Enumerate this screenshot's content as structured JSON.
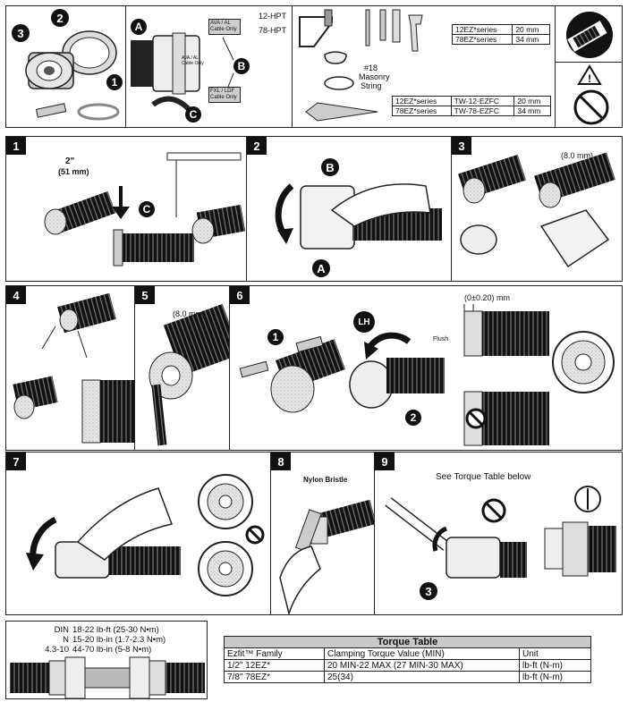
{
  "top": {
    "components": {
      "callouts": [
        "1",
        "2",
        "3"
      ]
    },
    "connector_types": {
      "callouts": [
        "A",
        "B",
        "C"
      ],
      "models": [
        "12-HPT",
        "78-HPT"
      ],
      "label_a": "AVA / AL Cable Only",
      "label_b": "FXL / LDF Cable Only",
      "label_c": "AVA / AL Cable Only"
    },
    "tools": {
      "string_num": "#18",
      "string_label_1": "Masonry",
      "string_label_2": "String",
      "wrench_table": [
        [
          "12EZ*series",
          "20 mm"
        ],
        [
          "78EZ*series",
          "34 mm"
        ]
      ],
      "cut_table": [
        [
          "12EZ*series",
          "TW-12-EZFC",
          "20 mm"
        ],
        [
          "78EZ*series",
          "TW-78-EZFC",
          "34 mm"
        ]
      ]
    }
  },
  "steps": {
    "s1": {
      "num": "1",
      "dim_1": "2\"",
      "dim_2": "(51 mm)",
      "callout": "C"
    },
    "s2": {
      "num": "2",
      "callouts": [
        "B",
        "A"
      ]
    },
    "s3": {
      "num": "3",
      "dim": "(8.0 mm)"
    },
    "s4": {
      "num": "4"
    },
    "s5": {
      "num": "5",
      "dim": "(8.0 mm)"
    },
    "s6": {
      "num": "6",
      "callouts": [
        "1",
        "2"
      ],
      "lh": "LH",
      "gap": "(0±0.20) mm",
      "flush": "Flush"
    },
    "s7": {
      "num": "7"
    },
    "s8": {
      "num": "8",
      "label": "Nylon Bristle"
    },
    "s9": {
      "num": "9",
      "label": "See Torque Table below",
      "callout": "3"
    }
  },
  "torque_specs": [
    {
      "type": "DIN",
      "value": "18-22 lb-ft (25-30 N•m)"
    },
    {
      "type": "N",
      "value": "15-20 lb-in (1.7-2.3 N•m)"
    },
    {
      "type": "4.3-10",
      "value": "44-70 lb-in (5-8 N•m)"
    }
  ],
  "torque_table": {
    "title": "Torque Table",
    "headers": [
      "Ezfit™ Family",
      "Clamping Torque Value (MIN)",
      "Unit"
    ],
    "rows": [
      [
        "1/2\" 12EZ*",
        "20 MIN-22 MAX  (27 MIN-30 MAX)",
        "lb-ft (N-m)"
      ],
      [
        "7/8\" 78EZ*",
        "25(34)",
        "lb-ft (N-m)"
      ]
    ]
  }
}
